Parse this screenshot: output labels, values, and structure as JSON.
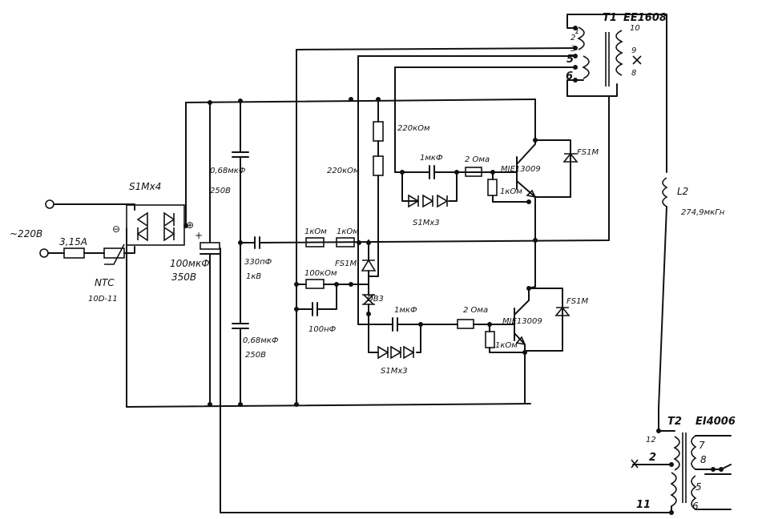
{
  "input": {
    "voltage": "~220В",
    "fuse": "3,15А",
    "ntc": "NTC",
    "ntc_model": "10D-11"
  },
  "bridge": {
    "label": "S1Mx4",
    "minus": "⊖",
    "plus": "⊕"
  },
  "main_cap": {
    "plus": "+",
    "value": "100мкФ",
    "voltage": "350В"
  },
  "caps": {
    "c1_value": "0,68мкФ",
    "c1_voltage": "250В",
    "c2_value": "0,68мкФ",
    "c2_voltage": "250В",
    "c3_value": "330пФ",
    "c3_voltage": "1кВ",
    "c4_value": "100нФ",
    "c5_value": "1мкФ",
    "c6_value": "1мкФ"
  },
  "resistors": {
    "r_upper_a": "220кОм",
    "r_upper_b": "220кОм",
    "r1": "1кОм",
    "r2": "1кОм",
    "r3": "100кОм",
    "r_base_top": "2 Ома",
    "r_be_top": "1кОм",
    "r_base_bot": "2 Ома",
    "r_be_bot": "1кОм"
  },
  "diodes": {
    "fs1m_mid": "FS1M",
    "db3": "DB3",
    "s1m3_top": "S1Mx3",
    "s1m3_bot": "S1Mx3",
    "fs1m_top": "FS1M",
    "fs1m_bot": "FS1M"
  },
  "transistors": {
    "q_top": "MJE13009",
    "q_bot": "MJE13009"
  },
  "t1": {
    "label": "T1",
    "model": "EE1608",
    "pins": [
      "1",
      "2",
      "3",
      "5",
      "6",
      "10",
      "9",
      "8"
    ]
  },
  "l2": {
    "label": "L2",
    "value": "274,9мкГн"
  },
  "t2": {
    "label": "T2",
    "model": "EI4006",
    "pins": [
      "12",
      "2",
      "11",
      "7",
      "8",
      "5",
      "6"
    ]
  }
}
